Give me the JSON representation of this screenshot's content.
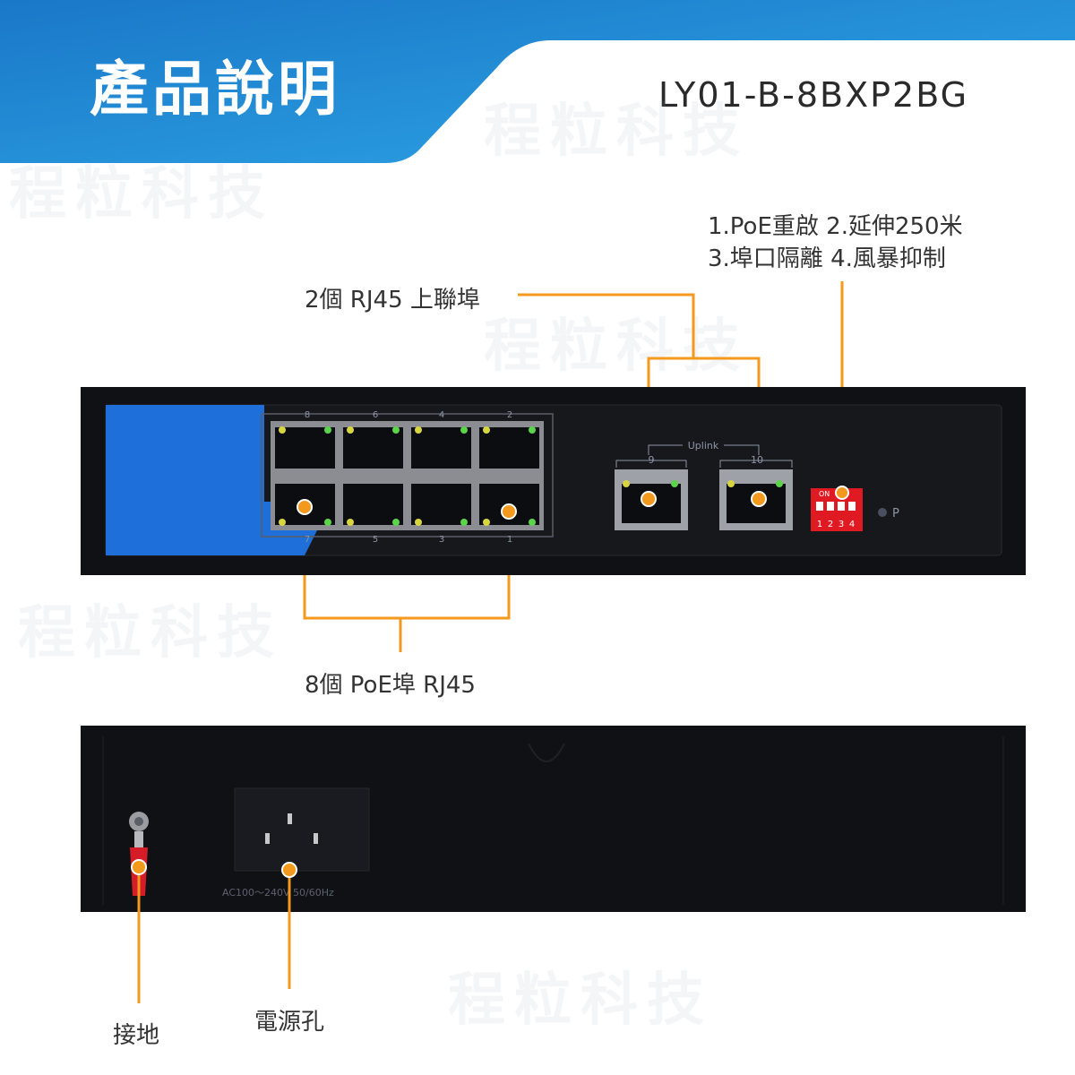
{
  "header": {
    "title": "產品說明",
    "model": "LY01-B-8BXP2BG"
  },
  "watermark": "程粒科技",
  "front_callouts": {
    "dip_line1": "1.PoE重啟   2.延伸250米",
    "dip_line2": "3.埠口隔離  4.風暴抑制",
    "uplink": "2個 RJ45 上聯埠",
    "poe": "8個 PoE埠 RJ45"
  },
  "front_panel": {
    "port_numbers_top": [
      "8",
      "6",
      "4",
      "2"
    ],
    "port_numbers_bottom": [
      "7",
      "5",
      "3",
      "1"
    ],
    "uplink_label": "Uplink",
    "uplink_port_numbers": [
      "9",
      "10"
    ],
    "dip_on": "ON",
    "dip_numbers": [
      "1",
      "2",
      "3",
      "4"
    ],
    "power_led_label": "P"
  },
  "rear_panel": {
    "power_rating": "AC100～240V 50/60Hz"
  },
  "rear_callouts": {
    "ground": "接地",
    "power_socket": "電源孔"
  },
  "colors": {
    "banner_blue": "#2ea6e6",
    "banner_dark": "#1a78c8",
    "accent_orange": "#f39a1e",
    "device_black": "#101114",
    "panel_blue": "#1e6fd9"
  }
}
